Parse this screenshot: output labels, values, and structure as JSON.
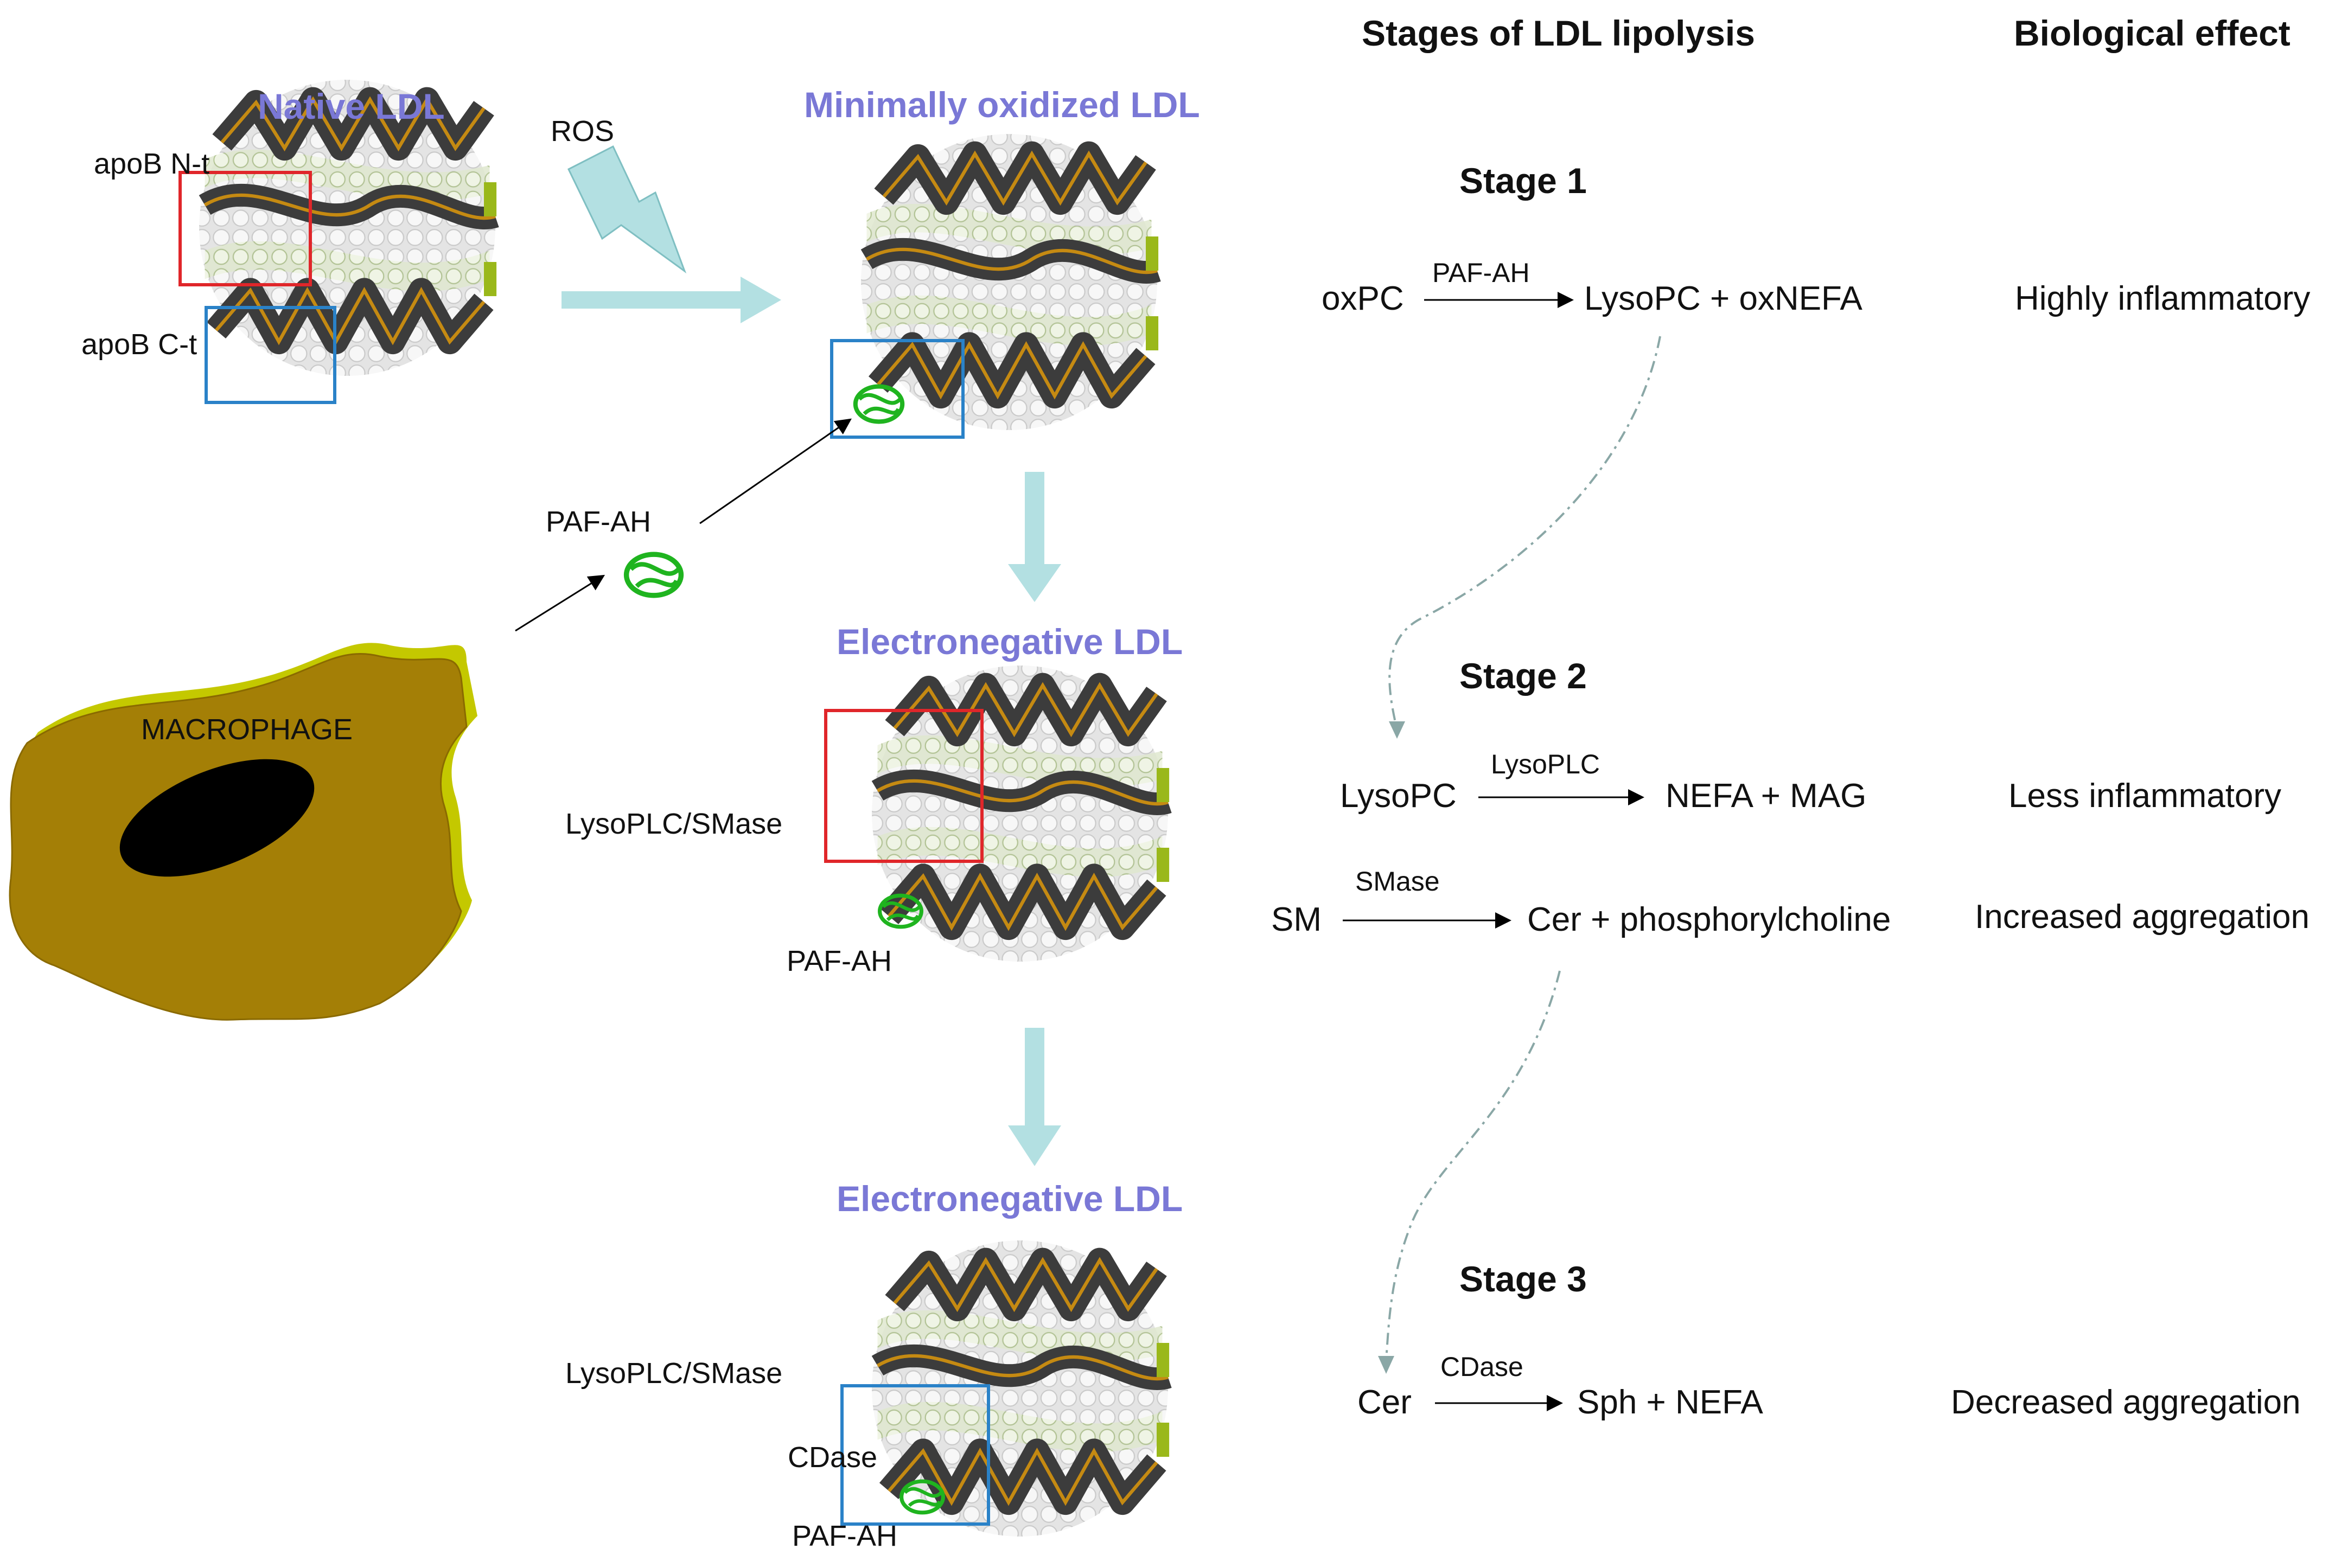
{
  "colors": {
    "title": "#7a78d6",
    "arrow_teal": "#b3e0e2",
    "macrophage": "#a47f06",
    "macrophage_edge": "#c4c800",
    "red_box": "#e0262a",
    "blue_box": "#2a82c8",
    "helix": "#3c3c3c",
    "helix_stripe": "#c58a12",
    "enzyme": "#1fb41f",
    "dashed_curve": "#8aa7a6"
  },
  "headers": {
    "stages": "Stages of LDL lipolysis",
    "effect": "Biological effect"
  },
  "particles": {
    "native": "Native LDL",
    "minox": "Minimally oxidized LDL",
    "electroneg1": "Electronegative LDL",
    "electroneg2": "Electronegative LDL"
  },
  "labels": {
    "ros": "ROS",
    "apob_n": "apoB N-t",
    "apob_c": "apoB C-t",
    "pafah_enzyme": "PAF-AH",
    "macrophage": "MACROPHAGE",
    "lysoplc_1": "LysoPLC/SMase",
    "pafah_2": "PAF-AH",
    "lysoplc_2": "LysoPLC/SMase",
    "cdase": "CDase",
    "pafah_3": "PAF-AH"
  },
  "stages": [
    {
      "title": "Stage 1",
      "reactions": [
        {
          "substrate": "oxPC",
          "enzyme": "PAF-AH",
          "products": "LysoPC + oxNEFA",
          "effect": "Highly  inflammatory"
        }
      ]
    },
    {
      "title": "Stage 2",
      "reactions": [
        {
          "substrate": "LysoPC",
          "enzyme": "LysoPLC",
          "products": "NEFA + MAG",
          "effect": "Less inflammatory"
        },
        {
          "substrate": "SM",
          "enzyme": "SMase",
          "products": "Cer + phosphorylcholine",
          "effect": "Increased aggregation"
        }
      ]
    },
    {
      "title": "Stage 3",
      "reactions": [
        {
          "substrate": "Cer",
          "enzyme": "CDase",
          "products": "Sph + NEFA",
          "effect": "Decreased aggregation"
        }
      ]
    }
  ]
}
